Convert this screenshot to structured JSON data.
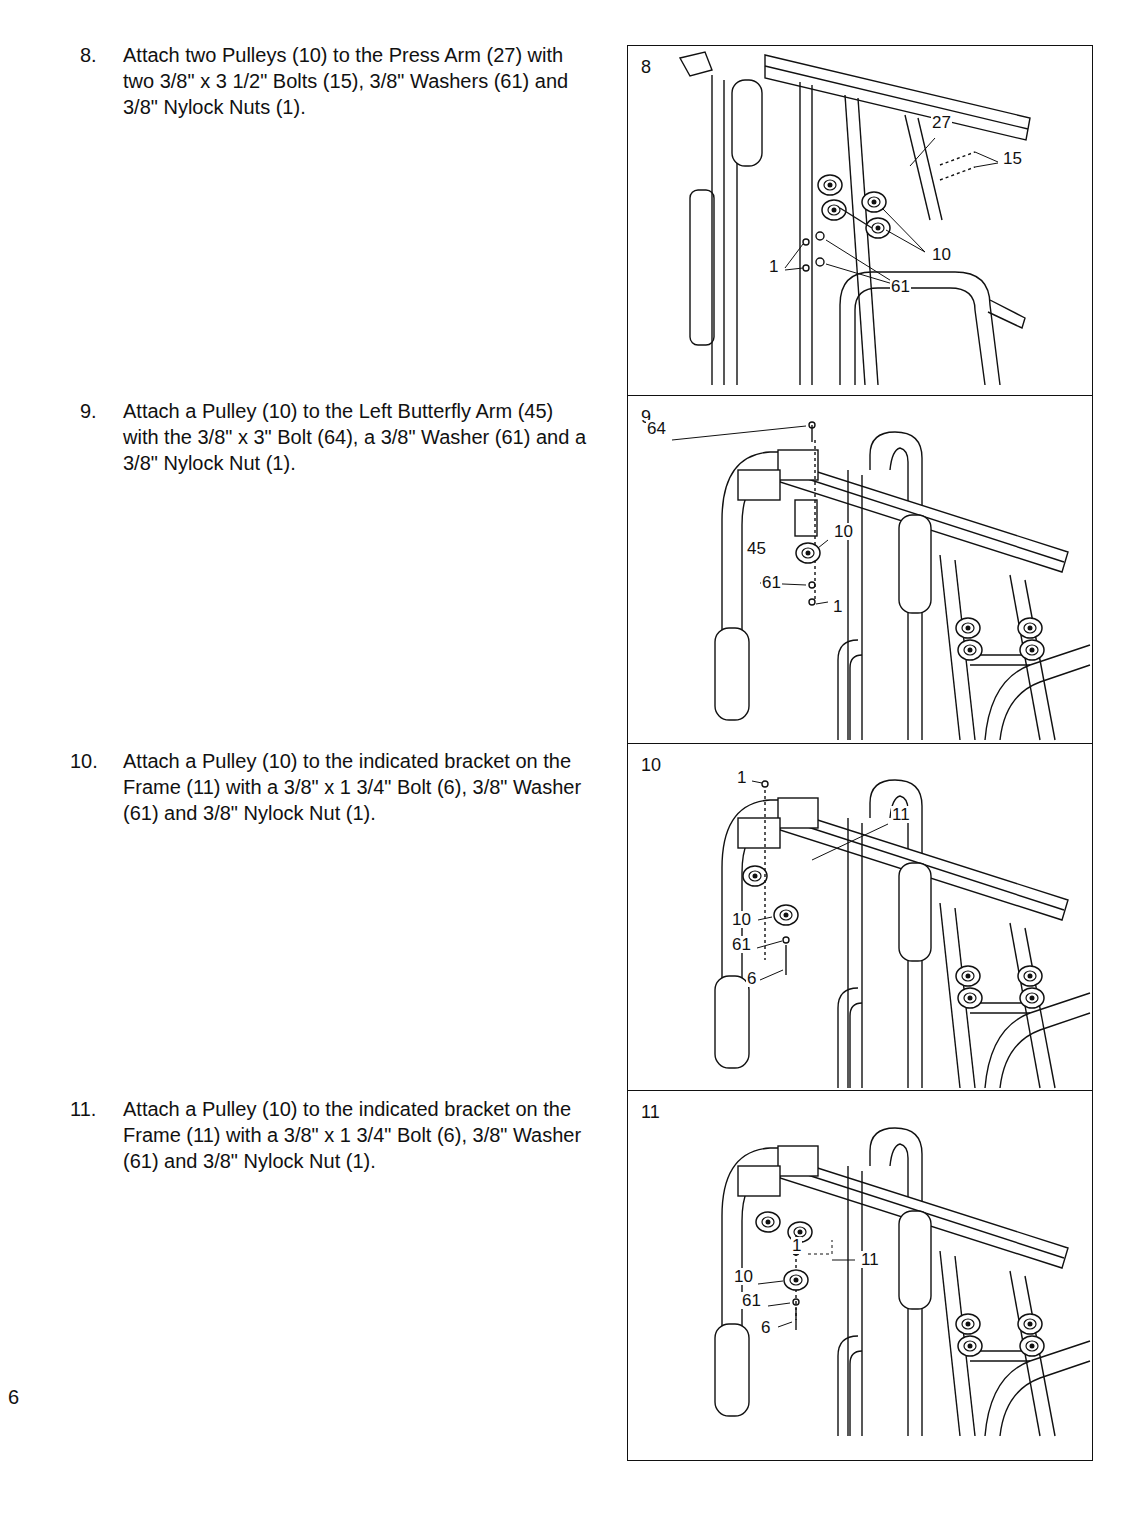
{
  "diagram": {
    "nodes": [
      {
        "text": [
          "8",
          "27",
          "15",
          "10",
          "1",
          "61"
        ]
      },
      {
        "text": [
          "9",
          "64",
          "45",
          "10",
          "61",
          "1"
        ]
      },
      {
        "text": [
          "10",
          "1",
          "11",
          "10",
          "61",
          "6"
        ]
      },
      {
        "text": [
          "11",
          "1",
          "11",
          "10",
          "61",
          "6"
        ]
      }
    ],
    "labels": [
      "8.",
      "Attach two Pulleys (10) to the Press Arm (27) with two 3/8\" x 3 1/2\" Bolts (15), 3/8\" Washers (61) and 3/8\" Nylock Nuts (1).",
      "9.",
      "Attach a Pulley (10) to the Left Butterfly Arm (45) with the 3/8\" x 3\" Bolt (64), a 3/8\" Washer (61) and a 3/8\" Nylock Nut (1).",
      "10.",
      "Attach a Pulley (10) to the indicated bracket on the Frame (11) with a 3/8\" x 1 3/4\" Bolt (6), 3/8\" Washer (61) and 3/8\" Nylock Nut (1).",
      "11.",
      "Attach a Pulley (10) to the indicated bracket on the Frame (11) with a 3/8\" x 1 3/4\" Bolt (6), 3/8\" Washer (61) and 3/8\" Nylock Nut (1).",
      "6"
    ]
  }
}
